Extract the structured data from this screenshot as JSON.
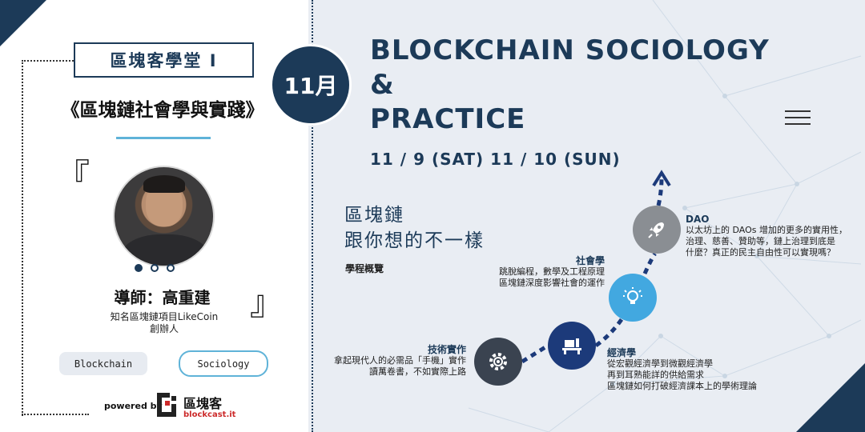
{
  "left": {
    "title": "區塊客學堂 Ⅰ",
    "subtitle": "《區塊鏈社會學與實踐》",
    "bracket_open": "『",
    "bracket_close": "』",
    "mentor": "導師：高重建",
    "mentor_desc_line1": "知名區塊鏈項目LikeCoin",
    "mentor_desc_line2": "創辦人",
    "tags": [
      "Blockchain",
      "Sociology"
    ],
    "powered_by": "powered by",
    "logo_cn": "區塊客",
    "logo_en": "blockcast.it"
  },
  "month_badge": "11月",
  "right": {
    "en_title_line1": "BLOCKCHAIN SOCIOLOGY",
    "en_title_line2": "&",
    "en_title_line3": "PRACTICE",
    "dates": "11 / 9 (SAT)  11 / 10 (SUN)",
    "cn_heading_line1": "區塊鏈",
    "cn_heading_line2": "跟你想的不一樣",
    "overview": "學程概覽",
    "steps": [
      {
        "title": "技術實作",
        "line1": "拿起現代人的必需品「手機」實作",
        "line2": "讀萬卷書，不如實際上路",
        "icon": "gear-icon"
      },
      {
        "title": "經濟學",
        "line1": "從宏觀經濟學到微觀經濟學",
        "line2": "再到耳熟能詳的供給需求",
        "line3": "區塊鏈如何打破經濟課本上的學術理論",
        "icon": "desk-icon"
      },
      {
        "title": "社會學",
        "line1": "跳脫編程，數學及工程原理",
        "line2": "區塊鏈深度影響社會的運作",
        "icon": "lightbulb-icon"
      },
      {
        "title": "DAO",
        "line1": "以太坊上的 DAOs 增加的更多的實用性，",
        "line2": "治理、慈善、贊助等，鏈上治理到底是",
        "line3": "什麼？真正的民主自由性可以實現嗎？",
        "icon": "rocket-icon"
      }
    ]
  },
  "colors": {
    "navy": "#1c3a58",
    "accent_blue": "#5fb3d8",
    "light_bg": "#e9edf3"
  }
}
